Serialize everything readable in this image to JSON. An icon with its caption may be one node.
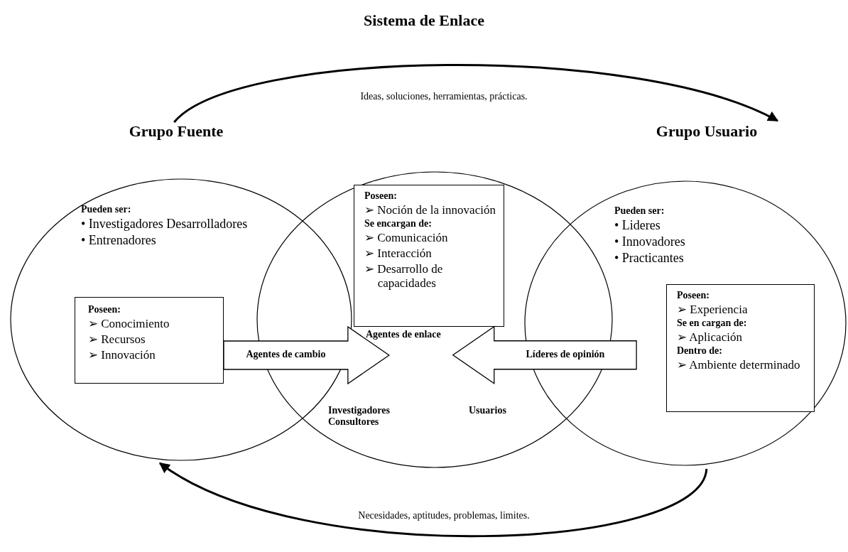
{
  "diagram": {
    "title": "Sistema de Enlace",
    "nodes": [
      {
        "text": [
          "Grupo Fuente",
          "Pueden ser:",
          "• Investigadores Desarrolladores",
          "• Entrenadores"
        ]
      },
      {
        "text": [
          "Poseen:",
          "➢ Conocimiento",
          "➢ Recursos",
          "➢ Innovación"
        ],
        "in": 0
      },
      {
        "text": [
          "Agentes de enlace"
        ]
      },
      {
        "text": [
          "Poseen:",
          "➢ Noción de la innovación",
          "Se encargan de:",
          "➢ Comunicación",
          "➢ Interacción",
          "➢ Desarrollo de capacidades"
        ],
        "in": 2
      },
      {
        "text": [
          "Grupo Usuario",
          "Pueden ser:",
          "• Lideres",
          "• Innovadores",
          "• Practicantes"
        ]
      },
      {
        "text": [
          "Poseen:",
          "➢ Experiencia",
          "Se en cargan de:",
          "➢ Aplicación",
          "Dentro de:",
          "➢ Ambiente determinado"
        ],
        "in": 4
      }
    ],
    "edges": [
      {
        "from": 0,
        "to": 4,
        "arrow": "to",
        "label": "Ideas, soluciones, herramientas, prácticas."
      },
      {
        "from": 1,
        "to": 2,
        "arrow": "to",
        "label": "Agentes de cambio"
      },
      {
        "from": 4,
        "to": 2,
        "arrow": "to",
        "label": "Líderes de opinión"
      },
      {
        "from": 4,
        "to": 0,
        "arrow": "to",
        "label": "Necesidades, aptitudes, problemas, limites."
      }
    ],
    "labels": [
      "Investigadores Consultores",
      "Usuarios"
    ]
  }
}
